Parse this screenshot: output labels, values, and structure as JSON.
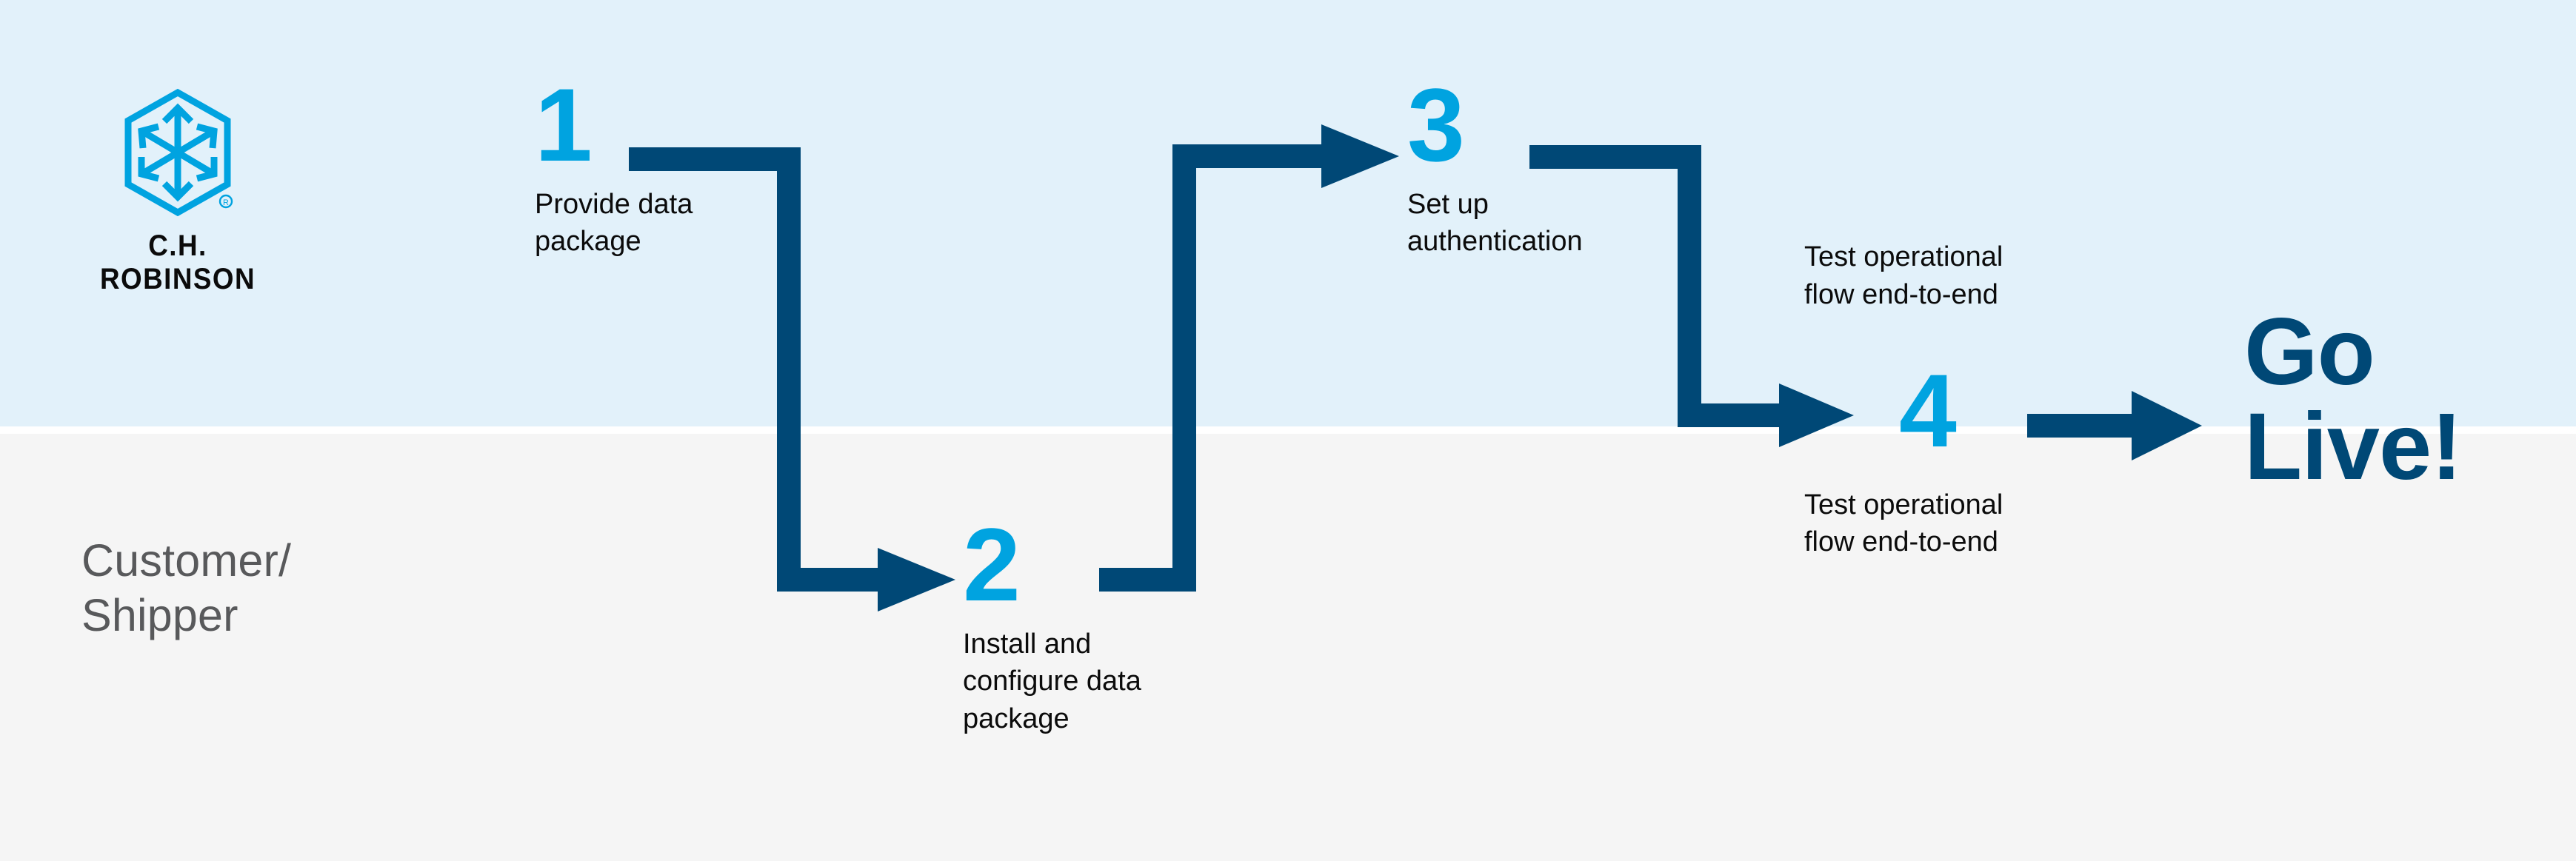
{
  "brand": {
    "name": "C.H. ROBINSON",
    "logo_icon": "hexagon-arrows-logo",
    "registered_mark": "®",
    "logo_color": "#00a3e0"
  },
  "colors": {
    "band_top": "#e2f1fa",
    "band_bottom": "#f5f5f5",
    "accent_cyan": "#00a3e0",
    "accent_navy": "#004876",
    "lane_label_gray": "#58595b",
    "body_text": "#0b0b0b"
  },
  "lanes": [
    {
      "id": "chr",
      "label": ""
    },
    {
      "id": "customer",
      "label": "Customer/\nShipper"
    }
  ],
  "steps": [
    {
      "number": "1",
      "label": "Provide data\npackage",
      "lane": "chr"
    },
    {
      "number": "2",
      "label": "Install and\nconfigure data\npackage",
      "lane": "customer"
    },
    {
      "number": "3",
      "label": "Set up\nauthentication",
      "lane": "chr"
    },
    {
      "number": "4",
      "label": "Test operational\nflow end-to-end",
      "lane": "customer"
    }
  ],
  "captions": [
    {
      "id": "test-flow-top",
      "label": "Test operational\nflow end-to-end",
      "lane": "chr"
    }
  ],
  "outcome": {
    "label": "Go\nLive!"
  },
  "connectors": [
    {
      "id": "step1-to-step2",
      "from": "1",
      "to": "2",
      "shape": "right-down-right",
      "arrow": "right"
    },
    {
      "id": "step2-to-step3",
      "from": "2",
      "to": "3",
      "shape": "right-up-right",
      "arrow": "right"
    },
    {
      "id": "step3-to-step4",
      "from": "3",
      "to": "4",
      "shape": "right-down-right",
      "arrow": "right"
    },
    {
      "id": "step4-to-golive",
      "from": "4",
      "to": "go-live",
      "shape": "right",
      "arrow": "right"
    }
  ]
}
